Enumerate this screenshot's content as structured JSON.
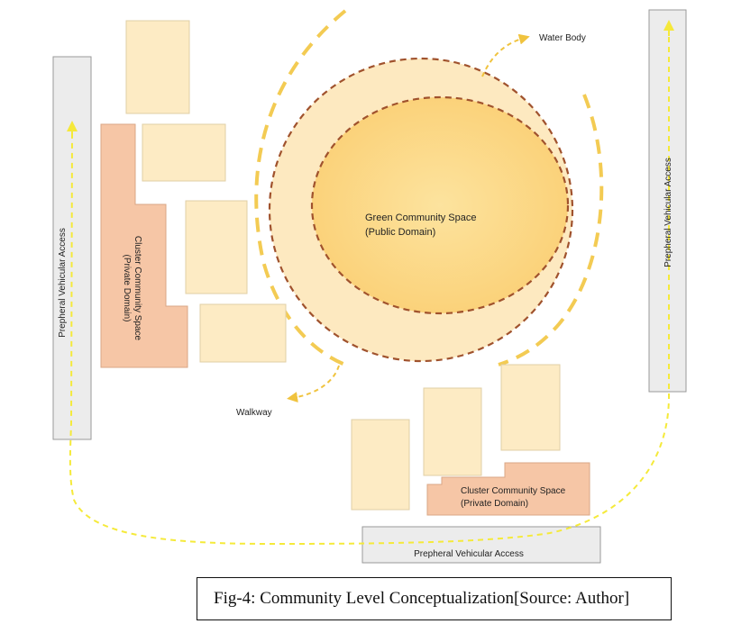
{
  "labels": {
    "water_body": "Water Body",
    "walkway": "Walkway",
    "green_space_line1": "Green Community Space",
    "green_space_line2": "(Public Domain)",
    "cluster_left_line1": "Cluster Community Space",
    "cluster_left_line2": "(Private Domain)",
    "cluster_right_line1": "Cluster Community Space",
    "cluster_right_line2": "(Private Domain)",
    "access_left": "Prepheral Vehicular Access",
    "access_right": "Prepheral Vehicular Access",
    "access_bottom": "Prepheral Vehicular Access"
  },
  "caption": "Fig-4: Community Level Conceptualization[Source: Author]",
  "colors": {
    "building": "#fdebc4",
    "building_stroke": "#e0cfa6",
    "private_space": "#f6c6a6",
    "road": "#ececec",
    "road_stroke": "#9a9a9a",
    "outer_ring": "#fde9c0",
    "inner_circle": "#fcd88a",
    "dashed_brown": "#a0522d",
    "walkway_dash": "#f3cb53",
    "access_path": "#f5ea3a"
  }
}
